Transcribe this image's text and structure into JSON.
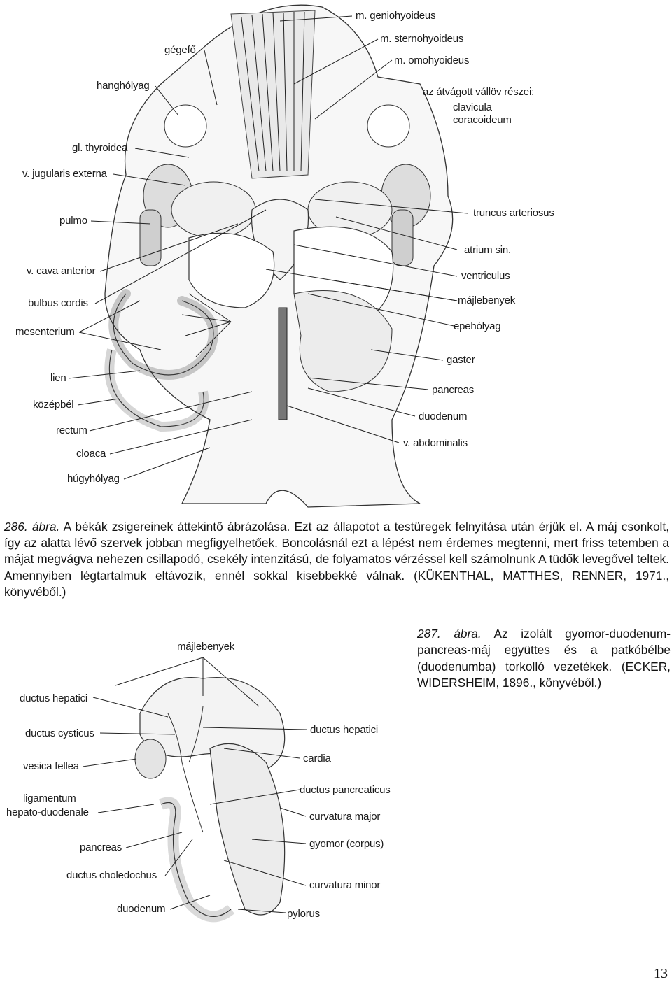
{
  "figure1": {
    "labels_left": [
      "gégefő",
      "hanghólyag",
      "gl. thyroidea",
      "v. jugularis externa",
      "pulmo",
      "v. cava anterior",
      "bulbus cordis",
      "mesenterium",
      "lien",
      "középbél",
      "rectum",
      "cloaca",
      "húgyhólyag"
    ],
    "labels_right": [
      "m. geniohyoideus",
      "m. sternohyoideus",
      "m. omohyoideus",
      "az átvágott vállöv részei:",
      "clavicula",
      "coracoideum",
      "truncus arteriosus",
      "atrium sin.",
      "ventriculus",
      "májlebenyek",
      "epehólyag",
      "gaster",
      "pancreas",
      "duodenum",
      "v. abdominalis"
    ],
    "caption": {
      "number": "286. ábra.",
      "text": "A békák zsigereinek áttekintő ábrázolása. Ezt az állapotot a testüregek felnyitása után érjük el. A máj csonkolt, így az alatta lévő szervek jobban megfigyelhetőek. Boncolásnál ezt a lépést nem érdemes megtenni, mert friss tetemben a májat megvágva nehezen csillapodó, csekély intenzitású, de folyamatos vérzéssel kell számolnunk A tüdők levegővel teltek. Amennyiben légtartalmuk eltávozik, ennél sokkal kisebbekké válnak. (KÜKENTHAL, MATTHES, RENNER, 1971., könyvéből.)"
    }
  },
  "figure2": {
    "labels_left": [
      "ductus hepatici",
      "ductus cysticus",
      "vesica fellea",
      "ligamentum",
      "hepato-duodenale",
      "pancreas",
      "ductus choledochus",
      "duodenum"
    ],
    "labels_top": "májlebenyek",
    "labels_right": [
      "ductus hepatici",
      "cardia",
      "ductus pancreaticus",
      "curvatura major",
      "gyomor (corpus)",
      "curvatura minor",
      "pylorus"
    ],
    "caption": {
      "number": "287. ábra.",
      "text": "Az izolált gyomor-duodenum-pancreas-máj együttes és a patkóbélbe (duodenumba) torkolló vezetékek. (ECKER, WIDERSHEIM, 1896., könyvéből.)"
    }
  },
  "page_number": "13"
}
